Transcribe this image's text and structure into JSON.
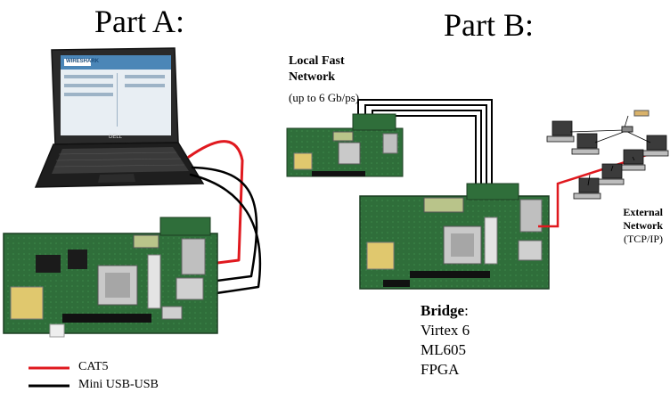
{
  "part_a": {
    "title": "Part A:"
  },
  "part_b": {
    "title": "Part B:"
  },
  "local_network": {
    "title_line1": "Local Fast",
    "title_line2": "Network",
    "speed": "(up to 6 Gb/ps)"
  },
  "external_network": {
    "title_line1": "External",
    "title_line2": "Network",
    "protocol": "(TCP/IP)"
  },
  "bridge": {
    "label": "Bridge",
    "colon": ":",
    "line1": "Virtex 6",
    "line2": "ML605",
    "line3": "FPGA"
  },
  "legend": {
    "items": [
      {
        "label": "CAT5",
        "color": "#e0191f"
      },
      {
        "label": "Mini USB-USB",
        "color": "#000000"
      }
    ]
  },
  "laptop": {
    "brand": "DELL",
    "app_logo": "WIRESHARK"
  }
}
